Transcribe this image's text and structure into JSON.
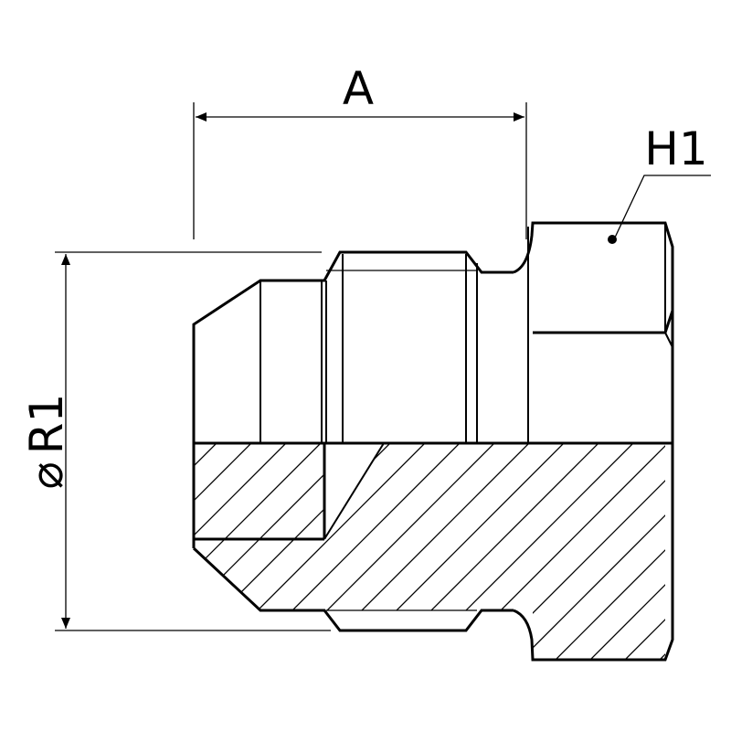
{
  "labels": {
    "length": "A",
    "hex": "H1",
    "diameter_symbol": "⌀",
    "diameter": "R1"
  }
}
